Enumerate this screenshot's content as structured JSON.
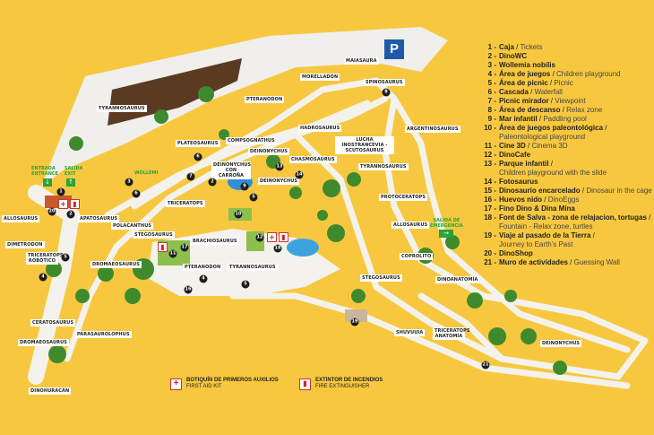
{
  "parking": {
    "label": "P",
    "color": "#1e5aa8"
  },
  "colors": {
    "background": "#f7c83f",
    "paths": "#f4f2ec",
    "trees": "#3f8a2c",
    "exit_green": "#2aa33a",
    "first_aid_red": "#d2232a"
  },
  "entrance": {
    "entrada": "ENTRADA",
    "entrance": "ENTRANCE",
    "salida": "SALIDA",
    "exit": "EXIT"
  },
  "emergency_exit": {
    "line1": "SALIDA DE",
    "line2": "EMERGENCIA"
  },
  "map_labels": [
    "TYRANNOSAURUS",
    "PTERANODON",
    "MORELLADON",
    "MAIASAURA",
    "SPINOSAURUS",
    "PLATEOSAURUS",
    "COMPSOGNATHUS",
    "HADROSAURUS",
    "DEINONYCHUS",
    "CHASMOSAURUS",
    "DEINONYCHUS CON CARROÑA",
    "DEINONYCHUS",
    "LUCHA INOSTRANCEVIA - SCUTOSAURUS",
    "ARGENTINOSAURUS",
    "TYRANNOSAURUS",
    "PROTOCERATOPS",
    "ALLOSAURUS",
    "TRICERATOPS",
    "POLACANTHUS",
    "STEGOSAURUS",
    "APATOSAURUS",
    "ALLOSAURUS",
    "DIMETRODON",
    "TRICERATOPS ROBÓTICO",
    "DROMAEOSAURUS",
    "BRACHIOSAURUS",
    "PTERANODON",
    "TYRANNOSAURUS",
    "COPROLITO",
    "DINOANATOMÍA",
    "STEGOSAURUS",
    "SHUVUUIA",
    "TRICERATOPS ANATOMÍA",
    "DEINONYCHUS",
    "CERATOSAURUS",
    "DROMAEOSAURUS",
    "PARASAUROLOPHUS",
    "DINOHURACÁN",
    "WOLLEMI"
  ],
  "map_numbers": [
    "1",
    "2",
    "3",
    "4",
    "5",
    "6",
    "7",
    "2",
    "6",
    "9",
    "13",
    "14",
    "8",
    "5",
    "10",
    "17",
    "11",
    "12",
    "18",
    "4",
    "5",
    "16",
    "19",
    "21",
    "20",
    "3"
  ],
  "legend": [
    {
      "n": "1 -",
      "es": "Caja",
      "en": "Tickets"
    },
    {
      "n": "2 -",
      "es": "DinoWC",
      "en": ""
    },
    {
      "n": "3 -",
      "es": "Wollemia nobilis",
      "en": ""
    },
    {
      "n": "4 -",
      "es": "Área de juegos",
      "en": "Children playground"
    },
    {
      "n": "5 -",
      "es": "Área de picnic",
      "en": "Picnic"
    },
    {
      "n": "6 -",
      "es": "Cascada",
      "en": "Waterfall"
    },
    {
      "n": "7 -",
      "es": "Picnic mirador",
      "en": "Viewpoint"
    },
    {
      "n": "8 -",
      "es": "Área de descanso",
      "en": "Relax zone"
    },
    {
      "n": "9 -",
      "es": "Mar infantil",
      "en": "Paddling pool"
    },
    {
      "n": "10 -",
      "es": "Área de juegos paleontológica",
      "en": "Paleontological playground"
    },
    {
      "n": "11 -",
      "es": "Cine 3D",
      "en": "Cinema 3D"
    },
    {
      "n": "12 -",
      "es": "DinoCafe",
      "en": ""
    },
    {
      "n": "13 -",
      "es": "Parque infantil",
      "en": "Children playground with the slide"
    },
    {
      "n": "14 -",
      "es": "Fotosaurus",
      "en": ""
    },
    {
      "n": "15 -",
      "es": "Dinosaurio encarcelado",
      "en": "Dinosaur in the cage"
    },
    {
      "n": "16 -",
      "es": "Huevos nido",
      "en": "DinoEggs"
    },
    {
      "n": "17 -",
      "es": "Fino Dino & Dina Mina",
      "en": ""
    },
    {
      "n": "18 -",
      "es": "Font de Salva - zona de relajacion, tortugas",
      "en": "Fountain - Relax zone, turtles"
    },
    {
      "n": "19 -",
      "es": "Viaje al pasado de la Tierra",
      "en": "Journey to Earth's Past"
    },
    {
      "n": "20 -",
      "es": "DinoShop",
      "en": ""
    },
    {
      "n": "21 -",
      "es": "Muro de actividades",
      "en": "Guessing Wall"
    }
  ],
  "key": {
    "first_aid": {
      "es": "BOTIQUÍN DE PRIMEROS AUXILIOS",
      "en": "FIRST AID KIT",
      "icon": "first-aid-cross-icon"
    },
    "extinguisher": {
      "es": "EXTINTOR DE INCENDIOS",
      "en": "FIRE EXTINGUISHER",
      "icon": "fire-extinguisher-icon"
    }
  }
}
